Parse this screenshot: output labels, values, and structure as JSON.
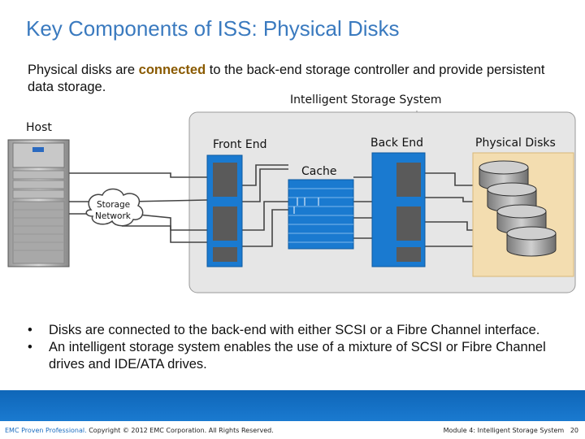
{
  "title": "Key Components of ISS: Physical Disks",
  "intro": {
    "before": "Physical disks are ",
    "highlight": "connected",
    "after": " to the back-end storage controller and provide persistent data storage."
  },
  "diagram": {
    "iss_label": "Intelligent Storage System",
    "host_label": "Host",
    "front_end_label": "Front End",
    "back_end_label": "Back End",
    "physical_disks_label": "Physical Disks",
    "cache_label": "Cache",
    "network_label_line1": "Storage",
    "network_label_line2": "Network"
  },
  "bullets": [
    "Disks are connected to the back-end with either SCSI or a Fibre Channel interface.",
    "An intelligent storage system enables the use of a mixture of SCSI or Fibre Channel drives and IDE/ATA drives."
  ],
  "footer": {
    "brand": "EMC Proven Professional.",
    "copyright": " Copyright © 2012 EMC Corporation. All Rights Reserved.",
    "module": "Module 4: Intelligent Storage System",
    "page": "20"
  },
  "colors": {
    "title": "#3a7abf",
    "controller_blue": "#1a7ad0",
    "iss_box": "#e6e6e6",
    "disk_panel": "#f3ddb0"
  }
}
